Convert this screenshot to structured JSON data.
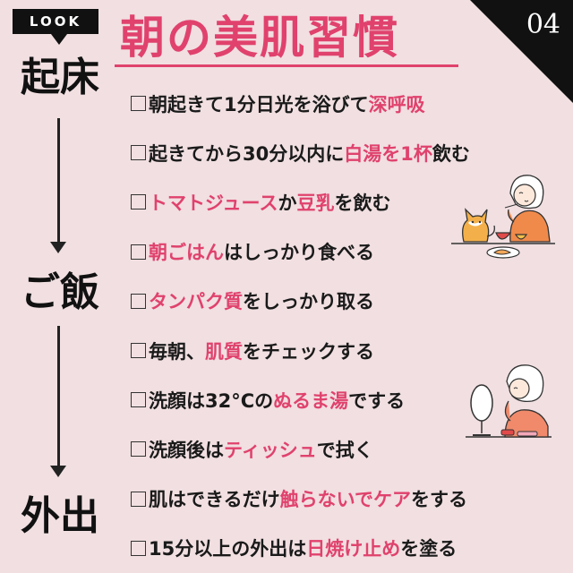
{
  "header": {
    "tag": "LOOK",
    "title": "朝の美肌習慣",
    "page_number": "04"
  },
  "timeline": {
    "stages": [
      "起床",
      "ご飯",
      "外出"
    ]
  },
  "checklist": [
    {
      "segments": [
        {
          "text": "朝起きて1分日光を浴びて",
          "hl": false
        },
        {
          "text": "深呼吸",
          "hl": true
        }
      ]
    },
    {
      "segments": [
        {
          "text": "起きてから30分以内に",
          "hl": false
        },
        {
          "text": "白湯を1杯",
          "hl": true
        },
        {
          "text": "飲む",
          "hl": false
        }
      ]
    },
    {
      "segments": [
        {
          "text": "トマトジュース",
          "hl": true
        },
        {
          "text": "か",
          "hl": false
        },
        {
          "text": "豆乳",
          "hl": true
        },
        {
          "text": "を飲む",
          "hl": false
        }
      ]
    },
    {
      "segments": [
        {
          "text": "朝ごはん",
          "hl": true
        },
        {
          "text": "はしっかり食べる",
          "hl": false
        }
      ]
    },
    {
      "segments": [
        {
          "text": "タンパク質",
          "hl": true
        },
        {
          "text": "をしっかり取る",
          "hl": false
        }
      ]
    },
    {
      "segments": [
        {
          "text": "毎朝、",
          "hl": false
        },
        {
          "text": "肌質",
          "hl": true
        },
        {
          "text": "をチェックする",
          "hl": false
        }
      ]
    },
    {
      "segments": [
        {
          "text": "洗顔は32°Cの",
          "hl": false
        },
        {
          "text": "ぬるま湯",
          "hl": true
        },
        {
          "text": "でする",
          "hl": false
        }
      ]
    },
    {
      "segments": [
        {
          "text": "洗顔後は",
          "hl": false
        },
        {
          "text": "ティッシュ",
          "hl": true
        },
        {
          "text": "で拭く",
          "hl": false
        }
      ]
    },
    {
      "segments": [
        {
          "text": "肌はできるだけ",
          "hl": false
        },
        {
          "text": "触らないで",
          "hl": true
        },
        {
          "text": "ケア",
          "hl": true
        },
        {
          "text": "をする",
          "hl": false
        }
      ]
    },
    {
      "segments": [
        {
          "text": "15分以上の外出は",
          "hl": false
        },
        {
          "text": "日焼け止め",
          "hl": true
        },
        {
          "text": "を塗る",
          "hl": false
        }
      ]
    }
  ],
  "colors": {
    "background": "#f1dfe1",
    "accent": "#e0426d",
    "text": "#1a1a1a",
    "dark": "#111111"
  },
  "icons": {
    "breakfast_illustration": "woman-eating-with-cat-illustration",
    "skincare_illustration": "woman-at-mirror-illustration",
    "checkbox": "empty-checkbox-icon"
  }
}
